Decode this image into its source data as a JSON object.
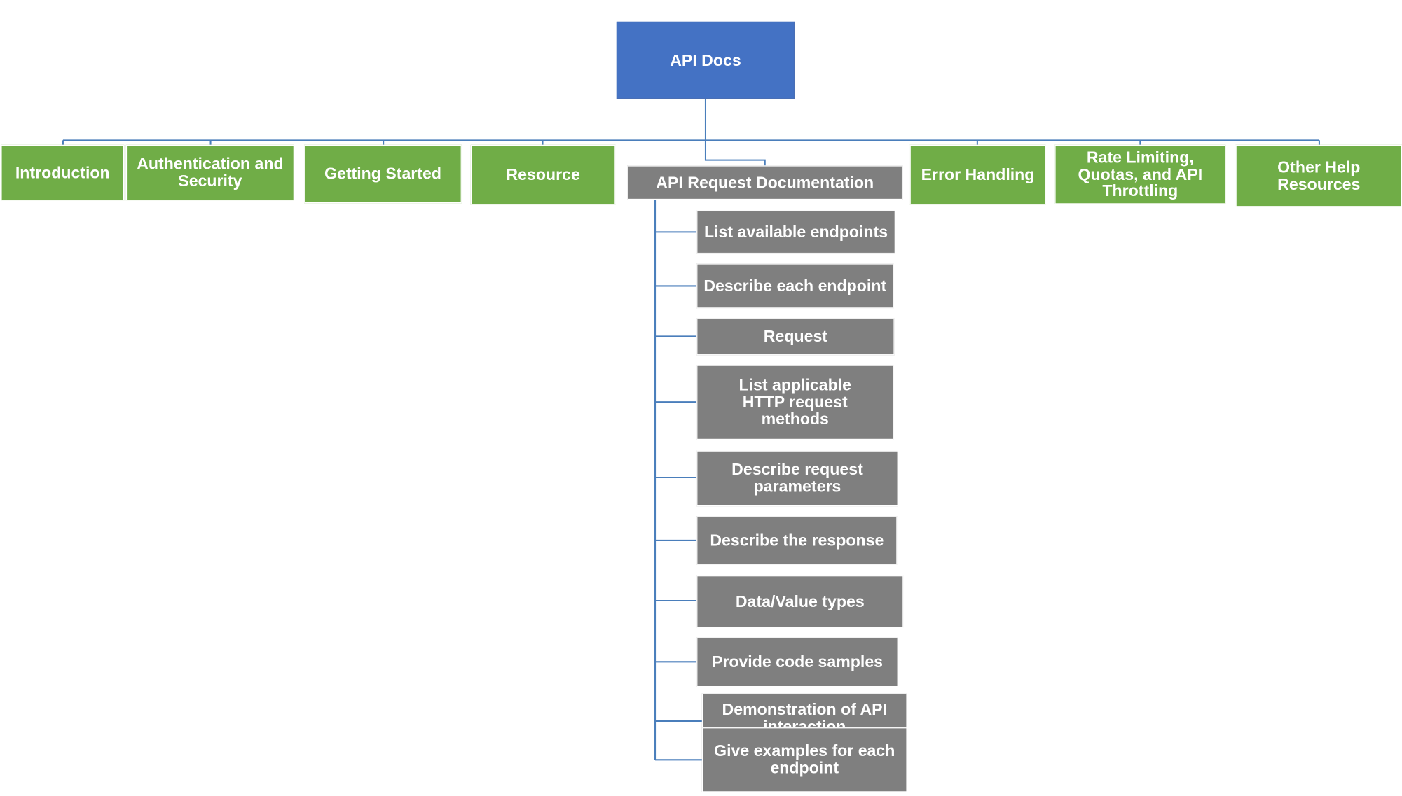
{
  "root": {
    "label": "API Docs"
  },
  "top_level": [
    {
      "id": "introduction",
      "label": "Introduction"
    },
    {
      "id": "authentication",
      "label": "Authentication and Security"
    },
    {
      "id": "getting-started",
      "label": "Getting Started"
    },
    {
      "id": "resource",
      "label": "Resource"
    },
    {
      "id": "api-request-documentation",
      "label": "API Request Documentation"
    },
    {
      "id": "error-handling",
      "label": "Error Handling"
    },
    {
      "id": "rate-limiting",
      "label": "Rate Limiting, Quotas, and API Throttling"
    },
    {
      "id": "other-help",
      "label": "Other Help Resources"
    }
  ],
  "sub_items": [
    {
      "id": "list-endpoints",
      "label": "List available endpoints"
    },
    {
      "id": "describe-endpoint",
      "label": "Describe each endpoint"
    },
    {
      "id": "request",
      "label": "Request"
    },
    {
      "id": "http-methods",
      "label": "List applicable HTTP request methods"
    },
    {
      "id": "request-parameters",
      "label": "Describe request parameters"
    },
    {
      "id": "describe-response",
      "label": "Describe the response"
    },
    {
      "id": "data-types",
      "label": "Data/Value types"
    },
    {
      "id": "code-samples",
      "label": "Provide code samples"
    },
    {
      "id": "demonstration",
      "label": "Demonstration of API interaction"
    },
    {
      "id": "examples",
      "label": "Give examples for each endpoint"
    }
  ],
  "colors": {
    "root_fill": "#4472C4",
    "top_fill": "#70AD47",
    "sub_fill": "#7F7F7F",
    "connector": "#4A7EBB",
    "text": "#FFFFFF"
  }
}
